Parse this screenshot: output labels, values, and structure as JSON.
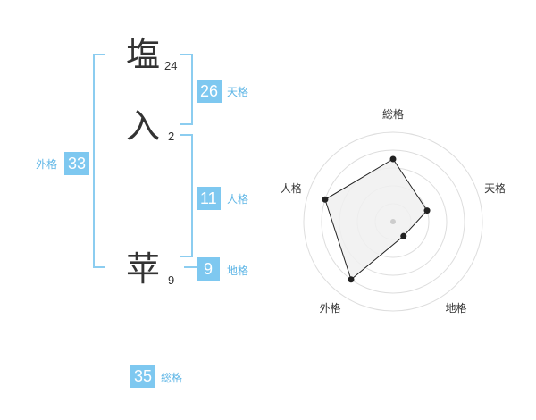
{
  "name": {
    "chars": [
      {
        "char": "塩",
        "strokes": "24"
      },
      {
        "char": "入",
        "strokes": "2"
      },
      {
        "char": "苹",
        "strokes": "9"
      }
    ]
  },
  "fortunes": {
    "tenkaku": {
      "value": "26",
      "label": "天格"
    },
    "jinkaku": {
      "value": "11",
      "label": "人格"
    },
    "chikaku": {
      "value": "9",
      "label": "地格"
    },
    "gaikaku": {
      "value": "33",
      "label": "外格"
    },
    "soukaku": {
      "value": "35",
      "label": "総格"
    }
  },
  "colors": {
    "accent": "#7ec8f0",
    "bracket": "#8ccdf0",
    "label": "#5fb6e6",
    "radar_fill": "#f0f0f0",
    "radar_grid": "#dddddd",
    "radar_line": "#222222"
  },
  "chart_data": {
    "type": "radar",
    "axes": [
      "総格",
      "天格",
      "地格",
      "外格",
      "人格"
    ],
    "values": [
      3.5,
      2,
      1,
      4,
      4
    ],
    "rmax": 5,
    "rings": 5
  }
}
